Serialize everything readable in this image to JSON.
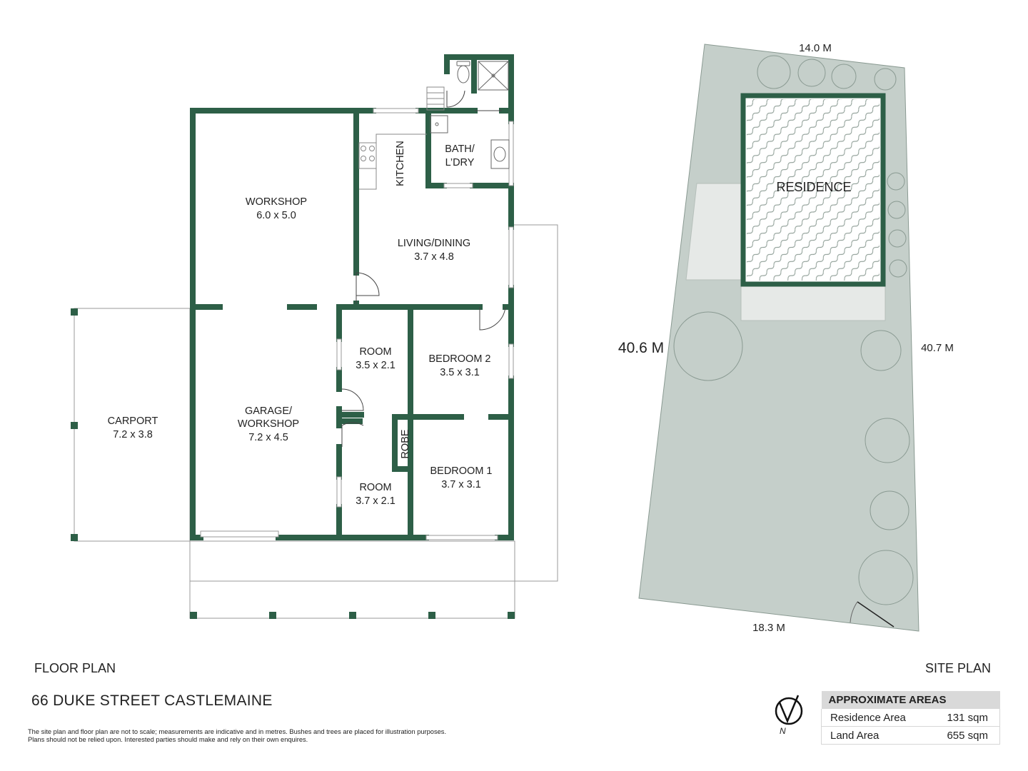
{
  "colors": {
    "wall": "#2d5f47",
    "site_fill": "#c5cfca",
    "hatch": "#8a9a92"
  },
  "floor_plan": {
    "rooms": [
      {
        "id": "workshop",
        "name": "WORKSHOP",
        "size": "6.0 x 5.0"
      },
      {
        "id": "kitchen",
        "name": "KITCHEN",
        "size": ""
      },
      {
        "id": "bath",
        "name": "BATH/",
        "name2": "L’DRY"
      },
      {
        "id": "living",
        "name": "LIVING/DINING",
        "size": "3.7 x 4.8"
      },
      {
        "id": "room_upper",
        "name": "ROOM",
        "size": "3.5 x 2.1"
      },
      {
        "id": "bedroom2",
        "name": "BEDROOM 2",
        "size": "3.5 x 3.1"
      },
      {
        "id": "garage",
        "name": "GARAGE/",
        "name2": "WORKSHOP",
        "size": "7.2 x 4.5"
      },
      {
        "id": "robe",
        "name": "ROBE"
      },
      {
        "id": "bedroom1",
        "name": "BEDROOM 1",
        "size": "3.7 x 3.1"
      },
      {
        "id": "room_lower",
        "name": "ROOM",
        "size": "3.7 x 2.1"
      },
      {
        "id": "carport",
        "name": "CARPORT",
        "size": "7.2 x 3.8"
      }
    ]
  },
  "site_plan": {
    "residence_label": "RESIDENCE",
    "dimensions": {
      "top": "14.0 M",
      "left": "40.6 M",
      "right": "40.7 M",
      "bottom": "18.3 M"
    }
  },
  "captions": {
    "floor_plan": "FLOOR PLAN",
    "site_plan": "SITE PLAN",
    "address": "66 DUKE STREET  CASTLEMAINE",
    "disclaimer_line1": "The site plan and floor plan are not to scale; measurements are indicative and in metres. Bushes and trees are placed for illustration purposes.",
    "disclaimer_line2": "Plans should not be relied upon. Interested parties should make and rely on their own enquires."
  },
  "compass": {
    "label": "N",
    "icon": "north-arrow-icon"
  },
  "areas": {
    "title": "APPROXIMATE AREAS",
    "rows": [
      {
        "label": "Residence Area",
        "value": "131 sqm"
      },
      {
        "label": "Land Area",
        "value": "655 sqm"
      }
    ]
  }
}
